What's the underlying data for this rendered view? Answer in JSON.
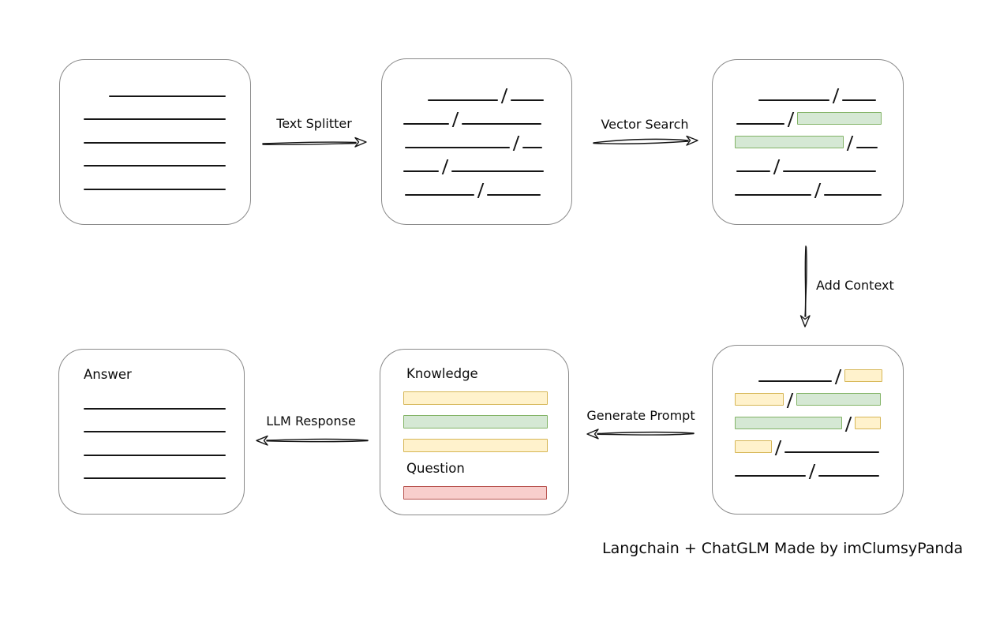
{
  "caption": "Langchain + ChatGLM Made by imClumsyPanda",
  "arrows": {
    "text_splitter": "Text Splitter",
    "vector_search": "Vector Search",
    "add_context": "Add Context",
    "generate_prompt": "Generate Prompt",
    "llm_response": "LLM Response"
  },
  "colors": {
    "line": "#161616",
    "box_stroke": "#8a8a8a",
    "green_fill": "#d5e8d4",
    "green_stroke": "#82b366",
    "yellow_fill": "#fff2cc",
    "yellow_stroke": "#d6b656",
    "red_fill": "#f8cecc",
    "red_stroke": "#b85450"
  },
  "prompt_box": {
    "knowledge_label": "Knowledge",
    "question_label": "Question",
    "knowledge_bars": [
      "yellow",
      "green",
      "yellow"
    ],
    "question_bars": [
      "red"
    ]
  },
  "answer_box": {
    "label": "Answer"
  },
  "boxes": {
    "document": {
      "rows": [
        {
          "ml": 32,
          "segs": [
            {
              "t": "line",
              "w": 148
            }
          ]
        },
        {
          "ml": 0,
          "segs": [
            {
              "t": "line",
              "w": 180
            }
          ]
        },
        {
          "ml": 0,
          "segs": [
            {
              "t": "line",
              "w": 180
            }
          ]
        },
        {
          "ml": 0,
          "segs": [
            {
              "t": "line",
              "w": 180
            }
          ]
        },
        {
          "ml": 0,
          "segs": [
            {
              "t": "line",
              "w": 180
            }
          ]
        }
      ]
    },
    "chunks": {
      "rows": [
        {
          "ml": 31,
          "segs": [
            {
              "t": "line",
              "w": 89
            },
            {
              "t": "line",
              "w": 42
            }
          ]
        },
        {
          "ml": 0,
          "segs": [
            {
              "t": "line",
              "w": 58
            },
            {
              "t": "line",
              "w": 101
            }
          ]
        },
        {
          "ml": 2,
          "segs": [
            {
              "t": "line",
              "w": 133
            },
            {
              "t": "line",
              "w": 25
            }
          ]
        },
        {
          "ml": 0,
          "segs": [
            {
              "t": "line",
              "w": 45
            },
            {
              "t": "line",
              "w": 117
            }
          ]
        },
        {
          "ml": 2,
          "segs": [
            {
              "t": "line",
              "w": 88
            },
            {
              "t": "line",
              "w": 68
            }
          ]
        }
      ]
    },
    "matched": {
      "rows": [
        {
          "ml": 30,
          "segs": [
            {
              "t": "line",
              "w": 90
            },
            {
              "t": "line",
              "w": 43
            }
          ]
        },
        {
          "ml": 2,
          "segs": [
            {
              "t": "line",
              "w": 61
            },
            {
              "t": "green",
              "w": 107
            }
          ]
        },
        {
          "ml": 0,
          "segs": [
            {
              "t": "green",
              "w": 138
            },
            {
              "t": "line",
              "w": 27
            }
          ]
        },
        {
          "ml": 2,
          "segs": [
            {
              "t": "line",
              "w": 43
            },
            {
              "t": "line",
              "w": 118
            }
          ]
        },
        {
          "ml": 0,
          "segs": [
            {
              "t": "line",
              "w": 97
            },
            {
              "t": "line",
              "w": 73
            }
          ]
        }
      ]
    },
    "context": {
      "rows": [
        {
          "ml": 30,
          "segs": [
            {
              "t": "line",
              "w": 93
            },
            {
              "t": "yellow",
              "w": 48
            }
          ]
        },
        {
          "ml": 0,
          "segs": [
            {
              "t": "yellow",
              "w": 62
            },
            {
              "t": "green",
              "w": 107
            }
          ]
        },
        {
          "ml": 0,
          "segs": [
            {
              "t": "green",
              "w": 136
            },
            {
              "t": "yellow",
              "w": 33
            }
          ]
        },
        {
          "ml": 0,
          "segs": [
            {
              "t": "yellow",
              "w": 47
            },
            {
              "t": "line",
              "w": 120
            }
          ]
        },
        {
          "ml": 0,
          "segs": [
            {
              "t": "line",
              "w": 90
            },
            {
              "t": "line",
              "w": 77
            }
          ]
        }
      ]
    },
    "answer": {
      "rows": [
        {
          "ml": 0,
          "segs": [
            {
              "t": "line",
              "w": 180
            }
          ]
        },
        {
          "ml": 0,
          "segs": [
            {
              "t": "line",
              "w": 180
            }
          ]
        },
        {
          "ml": 0,
          "segs": [
            {
              "t": "line",
              "w": 180
            }
          ]
        },
        {
          "ml": 0,
          "segs": [
            {
              "t": "line",
              "w": 180
            }
          ]
        }
      ]
    }
  }
}
